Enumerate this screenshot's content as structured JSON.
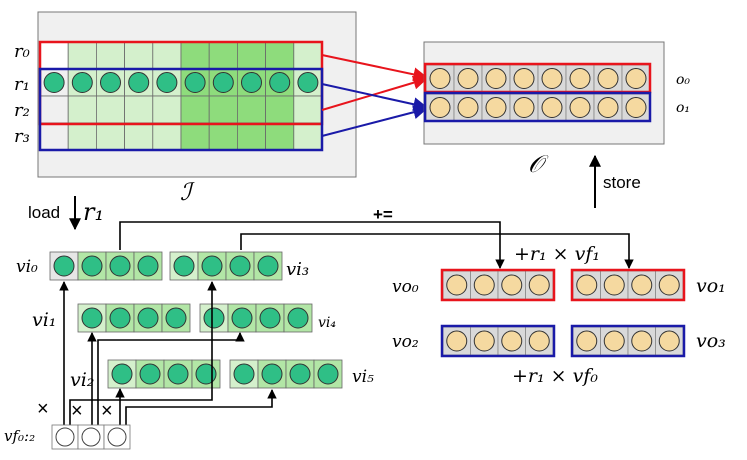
{
  "labels": {
    "r0": "r₀",
    "r1": "r₁",
    "r2": "r₂",
    "r3": "r₃",
    "input_symbol": "ℐ",
    "output_symbol": "𝒪",
    "o0": "o₀",
    "o1": "o₁",
    "load": "load",
    "load_reg": "r₁",
    "store": "store",
    "plus_eq": "+=",
    "vi0": "vi₀",
    "vi1": "vi₁",
    "vi2": "vi₂",
    "vi3": "vi₃",
    "vi4": "vi₄",
    "vi5": "vi₅",
    "vo0": "vo₀",
    "vo1": "vo₁",
    "vo2": "vo₂",
    "vo3": "vo₃",
    "vf": "vf₀:₂",
    "times": "×",
    "expr_top": "+r₁ × vf₁",
    "expr_bottom": "+r₁ × vf₀"
  },
  "colors": {
    "red": "#e8141c",
    "blue": "#1a1aa8",
    "circle_green": "#2fbf86",
    "circle_yellow": "#f5d9a0",
    "grid_light": "#d4f0cc",
    "grid_mid": "#b2e6a6",
    "grid_dark": "#8edc7c",
    "panel": "#f0f0f0"
  }
}
